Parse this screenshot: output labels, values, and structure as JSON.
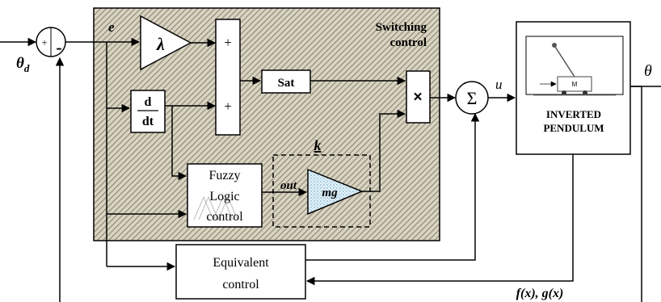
{
  "diagram": {
    "switching_block_title_line1": "Switching",
    "switching_block_title_line2": "control",
    "summing_junction_plus": "+",
    "summing_junction_minus": "-",
    "input_label": "θ",
    "input_label_subscript": "d",
    "error_label": "e",
    "gain_lambda_label": "λ",
    "adder_plus_top": "+",
    "adder_plus_bottom": "+",
    "derivative_numerator": "d",
    "derivative_denominator": "dt",
    "sat_label": "Sat",
    "multiply_label": "×",
    "sum_label": "Σ",
    "control_output_label": "u",
    "plant_caption_line1": "INVERTED",
    "plant_caption_line2": "PENDULUM",
    "plant_sketch_label_m": "M",
    "output_label": "θ",
    "fuzzy_line1": "Fuzzy",
    "fuzzy_line2": "Logic",
    "fuzzy_line3": "control",
    "out_label": "out",
    "gain_mg_label": "mg",
    "gain_k_label": "k",
    "equivalent_line1": "Equivalent",
    "equivalent_line2": "control",
    "model_functions_label": "f(x), g(x)"
  },
  "colors": {
    "line": "#000000",
    "hatch_background": "#d9d4c2",
    "hatch_stroke": "#8a8370",
    "mg_fill": "#e3f1f8",
    "mg_dots": "#5a9cc4"
  }
}
